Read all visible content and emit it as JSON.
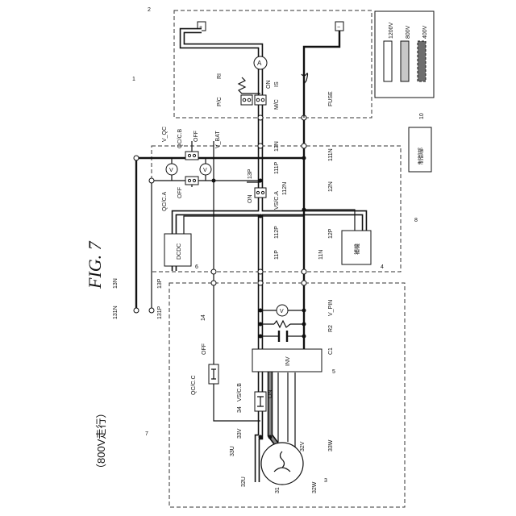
{
  "figure": {
    "title": "FIG. 7",
    "mode": "（800V走行）"
  },
  "refs": {
    "r1": "1",
    "r2": "2",
    "r3": "3",
    "r4": "4",
    "r5": "5",
    "r6": "6",
    "r7": "7",
    "r8": "8",
    "r10": "10",
    "r14": "14"
  },
  "blocks": {
    "plus": "+",
    "minus": "−",
    "ammeter": "A",
    "voltmeter": "V",
    "control": "制御部",
    "dcdc": "DCDC",
    "aux": "補機",
    "inv": "INV"
  },
  "legend": [
    "1200V",
    "800V",
    "400V"
  ],
  "labels": {
    "ri": "RI",
    "pc": "P/C",
    "mc": "M/C",
    "on_mc": "ON",
    "is": "IS",
    "fuse": "FUSE",
    "vqc": "V_QC",
    "qccb": "QC/C.B",
    "off_b": "OFF",
    "vbat": "V_BAT",
    "qcca": "QC/C.A",
    "off_a": "OFF",
    "on_vsca": "ON",
    "vsca": "VS/C.A",
    "w13p_top": "13P",
    "w13n_top": "13N",
    "w111p": "111P",
    "w111n": "111N",
    "w112n": "112N",
    "w12n": "12N",
    "w112p": "112P",
    "w12p": "12P",
    "w11p": "11P",
    "w11n": "11N",
    "w13n_bot": "13N",
    "w13p_bot": "13P",
    "w131n": "131N",
    "w131p": "131P",
    "vpin": "V_PIN",
    "r2_res": "R2",
    "c1": "C1",
    "qccc": "QC/C.C",
    "off_c": "OFF",
    "vscb": "VS/C.B",
    "on_vscb": "ON",
    "w34": "34",
    "w33v": "33V",
    "w33u": "33U",
    "w32v": "32V",
    "w33w": "33W",
    "w32u": "32U",
    "w31": "31",
    "w32w": "32W"
  }
}
